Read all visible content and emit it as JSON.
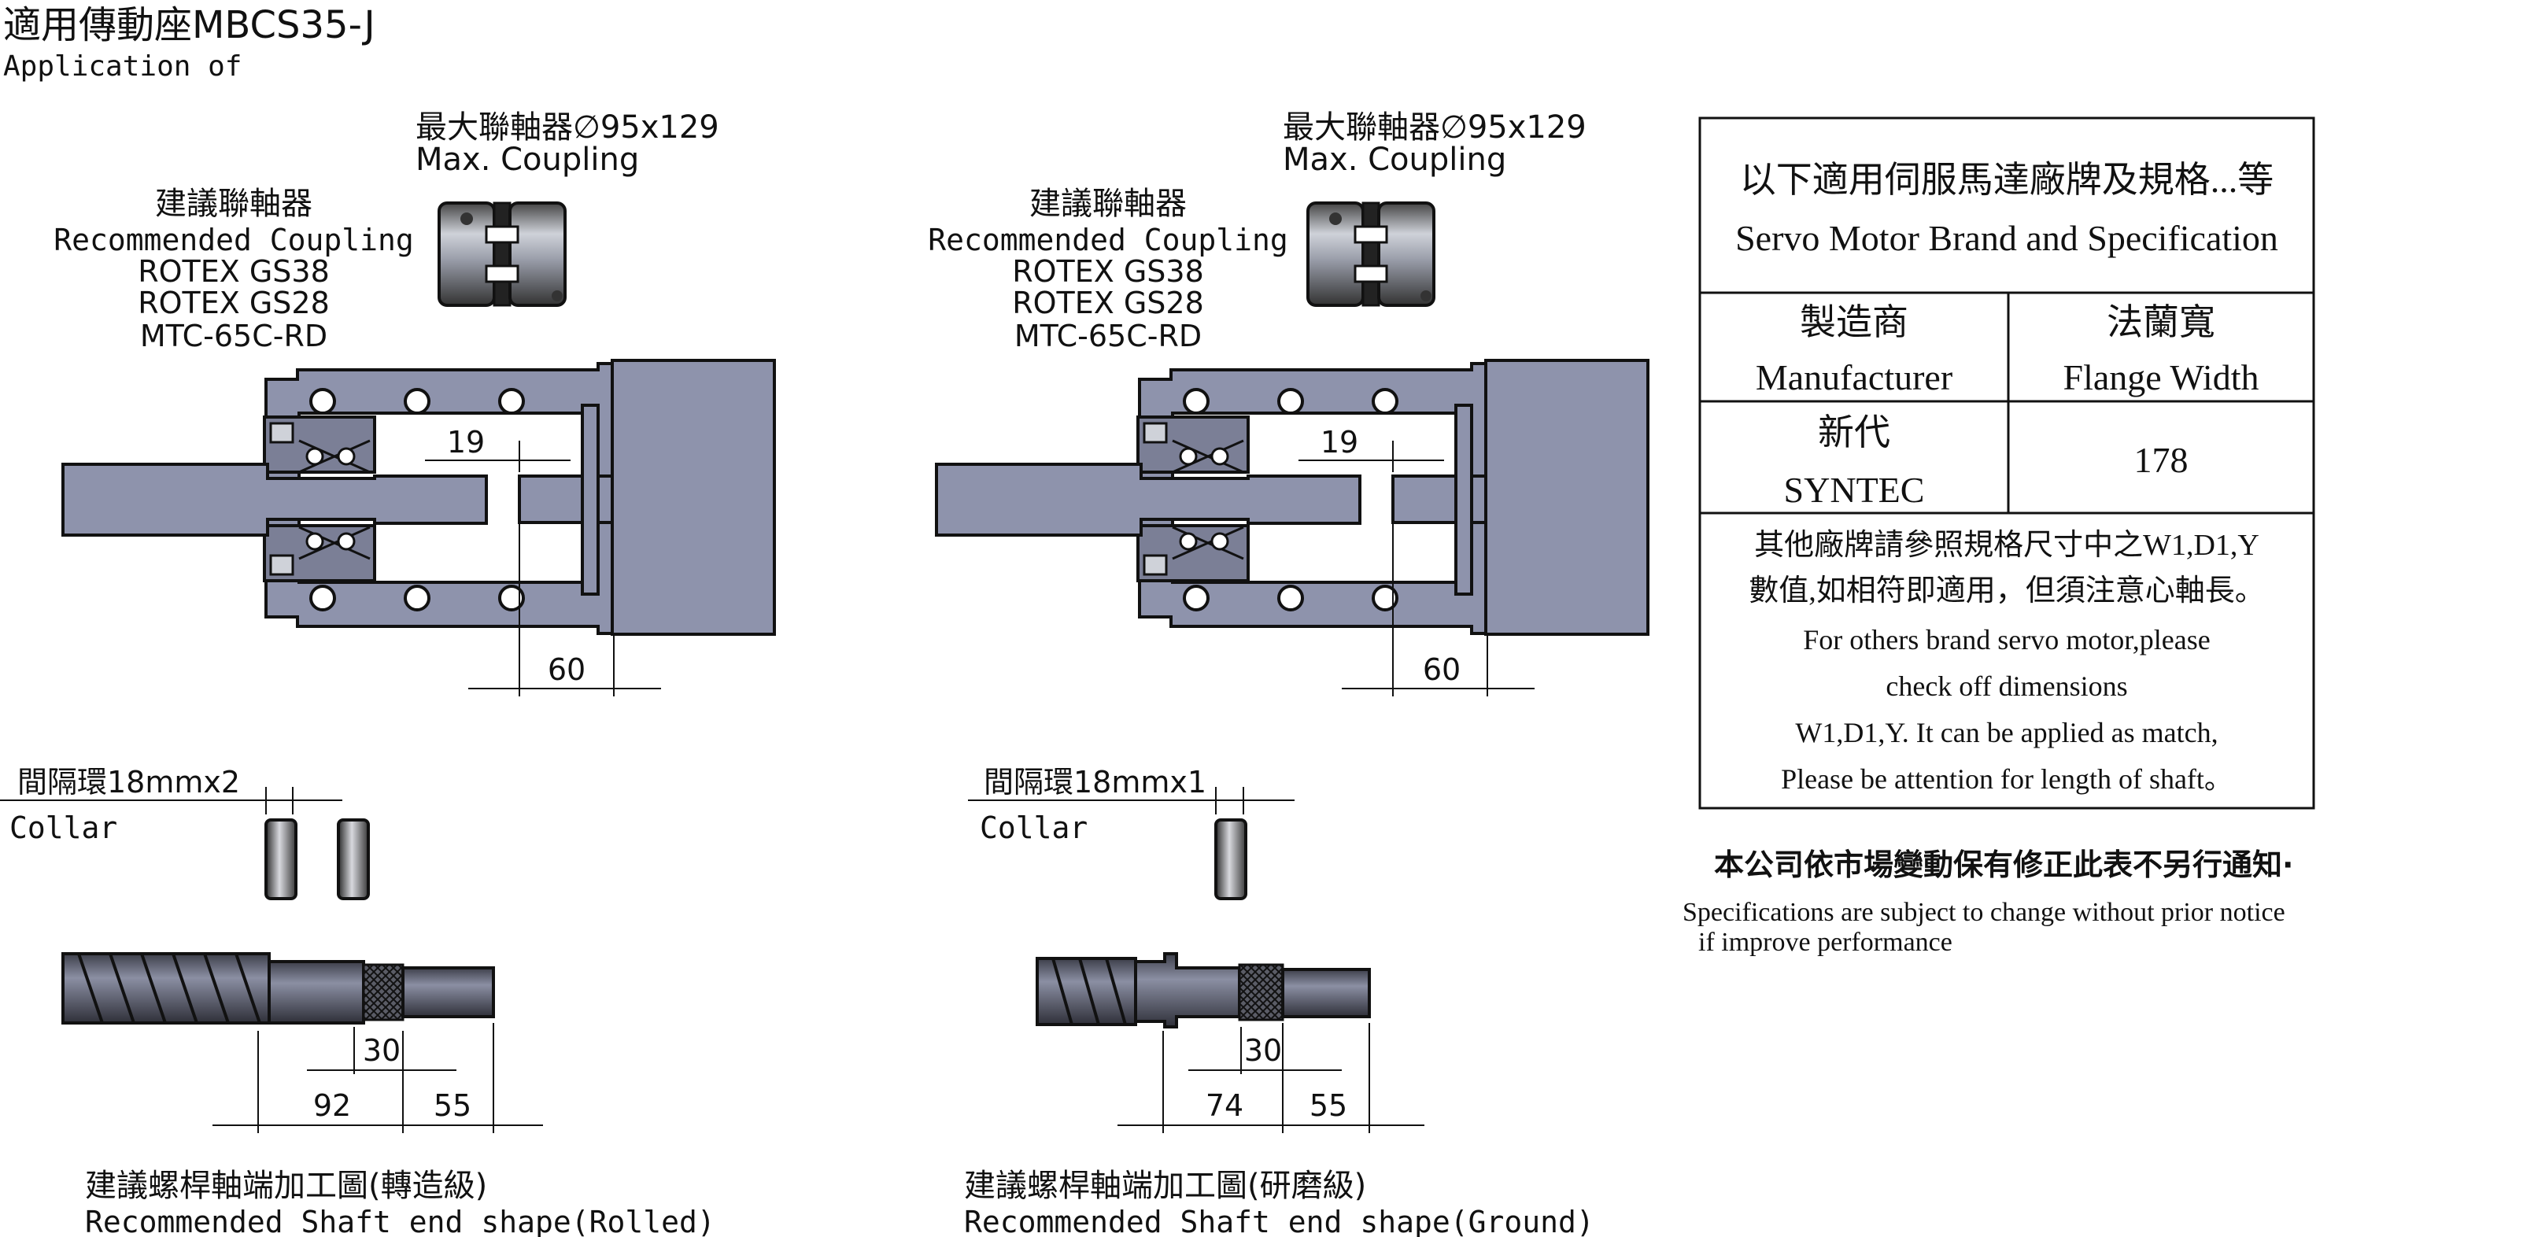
{
  "header": {
    "title": "適用傳動座MBCS35-J",
    "subtitle": "Application of"
  },
  "left": {
    "max_coupling_zh": "最大聯軸器∅95x129",
    "max_coupling_en": "Max. Coupling",
    "rec_coupling_zh": "建議聯軸器",
    "rec_coupling_en": "Recommended Coupling",
    "models": [
      "ROTEX GS38",
      "ROTEX GS28",
      "MTC-65C-RD"
    ],
    "dim_gap": "19",
    "dim_flange": "60",
    "collar_zh": "間隔環18mmx2",
    "collar_en": "Collar",
    "dim_a": "30",
    "dim_b": "92",
    "dim_c": "55",
    "shaft_zh": "建議螺桿軸端加工圖(轉造級)",
    "shaft_en": "Recommended Shaft end shape(Rolled)"
  },
  "right": {
    "max_coupling_zh": "最大聯軸器∅95x129",
    "max_coupling_en": "Max. Coupling",
    "rec_coupling_zh": "建議聯軸器",
    "rec_coupling_en": "Recommended Coupling",
    "models": [
      "ROTEX GS38",
      "ROTEX GS28",
      "MTC-65C-RD"
    ],
    "dim_gap": "19",
    "dim_flange": "60",
    "collar_zh": "間隔環18mmx1",
    "collar_en": "Collar",
    "dim_a": "30",
    "dim_b": "74",
    "dim_c": "55",
    "shaft_zh": "建議螺桿軸端加工圖(研磨級)",
    "shaft_en": "Recommended Shaft end shape(Ground)"
  },
  "table": {
    "title_zh": "以下適用伺服馬達廠牌及規格...等",
    "title_en": "Servo Motor Brand and Specification",
    "col1_zh": "製造商",
    "col1_en": "Manufacturer",
    "col2_zh": "法蘭寬",
    "col2_en": "Flange Width",
    "row_brand_zh": "新代",
    "row_brand_en": "SYNTEC",
    "row_value": "178",
    "note_lines": [
      "其他廠牌請參照規格尺寸中之W1,D1,Y",
      "數值,如相符即適用，但須注意心軸長。",
      "For others brand servo motor,please",
      "check off dimensions",
      "W1,D1,Y. It can be applied as match,",
      "Please be attention for length of shaft。"
    ]
  },
  "footer_note": {
    "zh": "本公司依市場變動保有修正此表不另行通知·",
    "en_line1": "Specifications are subject to change without prior notice",
    "en_line2": "if improve performance"
  }
}
